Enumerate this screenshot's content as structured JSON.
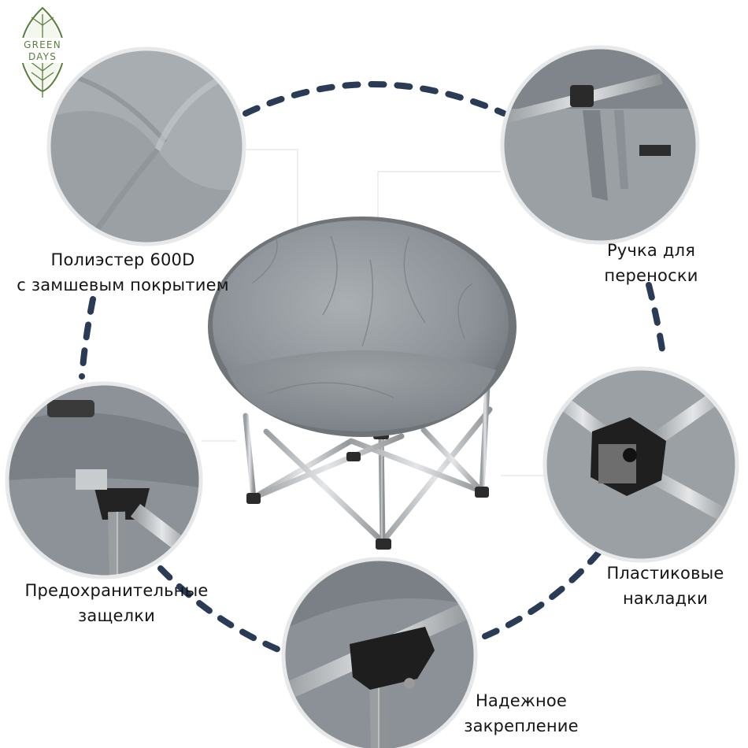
{
  "brand": {
    "line1": "GREEN",
    "line2": "DAYS",
    "color": "#5a7f3b"
  },
  "colors": {
    "dash": "#2a3b55",
    "fabric": "#8e9499",
    "frame": "#b9bdc0"
  },
  "features": [
    {
      "line1": "Полиэстер 600D",
      "line2": "с замшевым покрытием"
    },
    {
      "line1": "Ручка для",
      "line2": "переноски"
    },
    {
      "line1": "Предохранительные",
      "line2": "защелки"
    },
    {
      "line1": "Пластиковые",
      "line2": "накладки"
    },
    {
      "line1": "Надежное",
      "line2": "закрепление"
    }
  ]
}
